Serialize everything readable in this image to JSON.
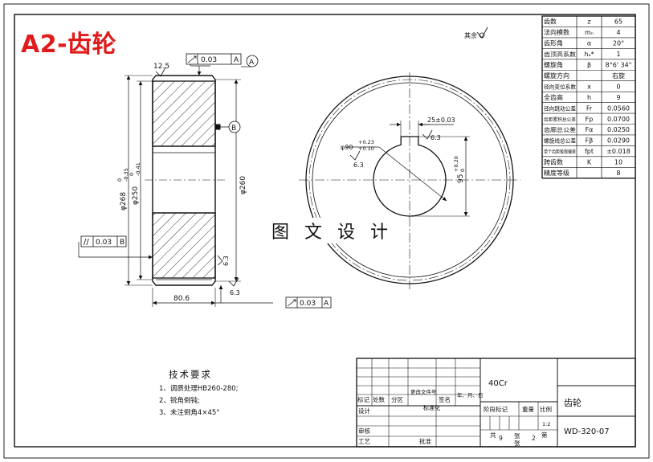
{
  "banner_title": "A2-齿轮",
  "watermark": "图 文 设 计",
  "roughness_corner": "其余",
  "params": [
    {
      "name": "齿数",
      "symbol": "z",
      "value": "65"
    },
    {
      "name": "法向模数",
      "symbol": "mₙ",
      "value": "4"
    },
    {
      "name": "齿形角",
      "symbol": "α",
      "value": "20°"
    },
    {
      "name": "齿顶高系数",
      "symbol": "hₐ*",
      "value": "1"
    },
    {
      "name": "螺旋角",
      "symbol": "β",
      "value": "8°6' 34\""
    },
    {
      "name": "螺旋方向",
      "symbol": "",
      "value": "右旋"
    },
    {
      "name": "径向变位系数",
      "symbol": "x",
      "value": "0"
    },
    {
      "name": "全齿高",
      "symbol": "h",
      "value": "9"
    },
    {
      "name": "径向跳动公差",
      "symbol": "Fr",
      "value": "0.0560"
    },
    {
      "name": "齿距累积总公差",
      "symbol": "Fp",
      "value": "0.0700"
    },
    {
      "name": "齿廓总公差",
      "symbol": "Fα",
      "value": "0.0250"
    },
    {
      "name": "螺旋线总公差",
      "symbol": "Fβ",
      "value": "0.0290"
    },
    {
      "name": "单个齿距极限偏差",
      "symbol": "fpt",
      "value": "±0.018"
    },
    {
      "name": "跨齿数",
      "symbol": "K",
      "value": "10"
    },
    {
      "name": "精度等级",
      "symbol": "",
      "value": "8"
    }
  ],
  "section_view": {
    "roughness_top": "12.5",
    "runout_top": "0.03",
    "runout_top_datum": "A",
    "datum_a": "A",
    "datum_b": "B",
    "dim_tip": "φ268",
    "dim_tip_tol_upper": "0",
    "dim_tip_tol_lower": "-0.35",
    "dim_root": "φ250",
    "dim_root_tol_upper": "0",
    "dim_root_tol_lower": "-0.41",
    "dim_hub": "φ260",
    "parallel_tol": "0.03",
    "parallel_datum": "B",
    "roughness_face": "6.3",
    "roughness_bottom": "6.3",
    "width": "80.6",
    "runout_bottom": "0.03",
    "runout_bottom_datum": "A"
  },
  "front_view": {
    "keyway_width": "25±0.03",
    "roughness_keyway": "6.3",
    "bore": "φ90",
    "bore_tol_upper": "+0.23",
    "bore_tol_lower": "+0.10",
    "roughness_bore": "6.3",
    "key_depth": "95",
    "key_depth_tol_upper": "+0.20",
    "key_depth_tol_lower": "0"
  },
  "tech_req": {
    "title": "技术要求",
    "items": [
      "1、调质处理HB260-280;",
      "2、锐角倒钝;",
      "3、未注倒角4×45°"
    ]
  },
  "title_block": {
    "material": "40Cr",
    "part_name": "齿轮",
    "drawing_no": "WD-320-07",
    "lbl_mark": "标记",
    "lbl_count": "处数",
    "lbl_zone": "分区",
    "lbl_change_doc": "更改文件号",
    "lbl_sign": "签名",
    "lbl_date": "年、月、日",
    "lbl_design": "设计",
    "lbl_std": "标准化",
    "lbl_stage": "阶段标记",
    "lbl_weight": "重量",
    "lbl_scale": "比例",
    "scale": "1:2",
    "lbl_check": "审核",
    "lbl_process": "工艺",
    "lbl_approve": "批准",
    "lbl_total": "共",
    "total_sheets": "9",
    "lbl_sheet_word": "张",
    "lbl_sheet_no": "第",
    "sheet_no": "2",
    "lbl_sheet_word2": "张"
  }
}
